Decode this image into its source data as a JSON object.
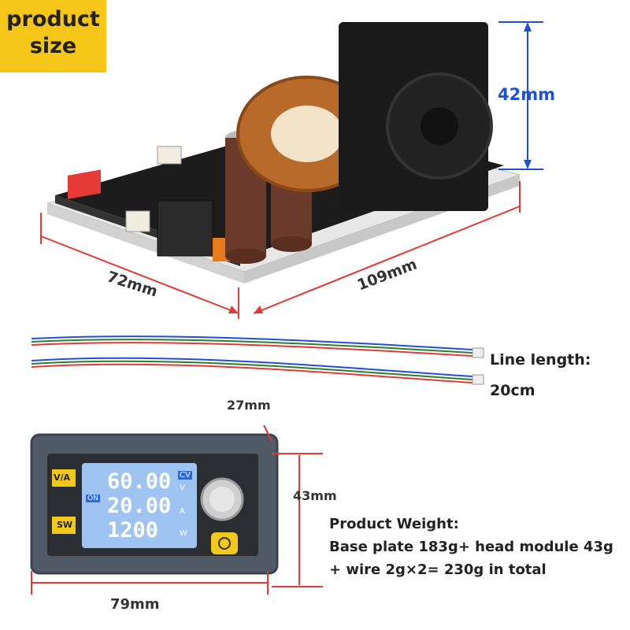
{
  "banner": {
    "line1": "product",
    "line2": "size"
  },
  "dimensions": {
    "height": "42mm",
    "depth": "72mm",
    "length": "109mm",
    "display_depth": "27mm",
    "display_height": "43mm",
    "display_width": "79mm"
  },
  "cable": {
    "label": "Line length:",
    "value": "20cm"
  },
  "weight": {
    "title": "Product Weight:",
    "line1": "Base plate 183g+ head module 43g",
    "line2": "+ wire 2g×2= 230g in total"
  },
  "display": {
    "voltage": "60.00",
    "current": "20.00",
    "power": "1200",
    "mode": "CV",
    "unit_v": "V",
    "unit_a": "A",
    "unit_w": "W",
    "on": "ON",
    "btn_va": "V/A",
    "btn_sw": "SW"
  }
}
